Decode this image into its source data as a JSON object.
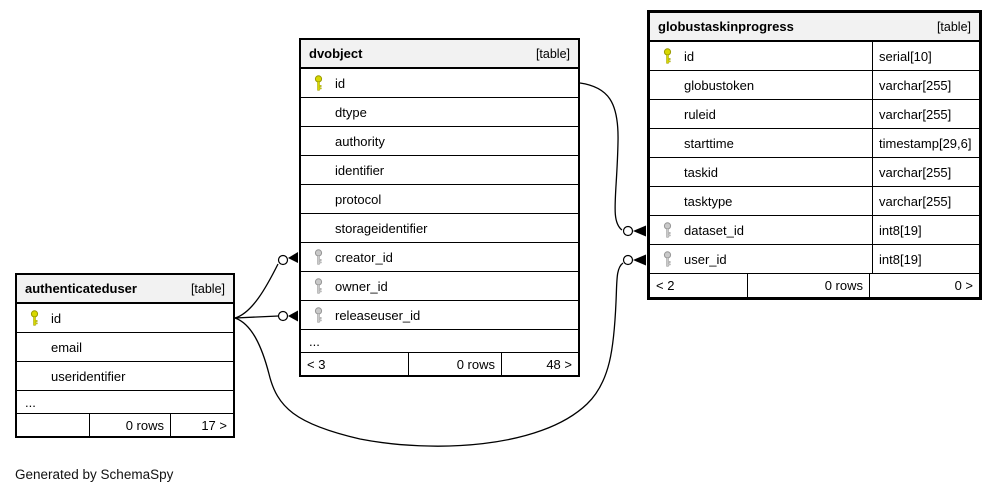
{
  "generator_note": "Generated by SchemaSpy",
  "colors": {
    "table_header_bg": "#f2f2f2",
    "border": "#000000",
    "primary_key_icon": "#d8d800",
    "foreign_key_icon": "#c9c9c9",
    "row_bg": "#ffffff"
  },
  "tables": {
    "authenticateduser": {
      "title": "authenticateduser",
      "type_badge": "[table]",
      "columns": [
        {
          "name": "id",
          "key": "primary"
        },
        {
          "name": "email",
          "key": "none"
        },
        {
          "name": "useridentifier",
          "key": "none"
        }
      ],
      "ellipsis": "...",
      "footer": {
        "children": "",
        "rows": "0 rows",
        "parents": "17 >"
      }
    },
    "dvobject": {
      "title": "dvobject",
      "type_badge": "[table]",
      "columns": [
        {
          "name": "id",
          "key": "primary"
        },
        {
          "name": "dtype",
          "key": "none"
        },
        {
          "name": "authority",
          "key": "none"
        },
        {
          "name": "identifier",
          "key": "none"
        },
        {
          "name": "protocol",
          "key": "none"
        },
        {
          "name": "storageidentifier",
          "key": "none"
        },
        {
          "name": "creator_id",
          "key": "foreign"
        },
        {
          "name": "owner_id",
          "key": "foreign"
        },
        {
          "name": "releaseuser_id",
          "key": "foreign"
        }
      ],
      "ellipsis": "...",
      "footer": {
        "children": "< 3",
        "rows": "0 rows",
        "parents": "48 >"
      }
    },
    "globustaskinprogress": {
      "title": "globustaskinprogress",
      "type_badge": "[table]",
      "columns": [
        {
          "name": "id",
          "type": "serial[10]",
          "key": "primary"
        },
        {
          "name": "globustoken",
          "type": "varchar[255]",
          "key": "none"
        },
        {
          "name": "ruleid",
          "type": "varchar[255]",
          "key": "none"
        },
        {
          "name": "starttime",
          "type": "timestamp[29,6]",
          "key": "none"
        },
        {
          "name": "taskid",
          "type": "varchar[255]",
          "key": "none"
        },
        {
          "name": "tasktype",
          "type": "varchar[255]",
          "key": "none"
        },
        {
          "name": "dataset_id",
          "type": "int8[19]",
          "key": "foreign"
        },
        {
          "name": "user_id",
          "type": "int8[19]",
          "key": "foreign"
        }
      ],
      "footer": {
        "children": "< 2",
        "rows": "0 rows",
        "parents": "0 >"
      }
    }
  },
  "relationships": [
    {
      "from": "dvobject.id",
      "to": "globustaskinprogress.dataset_id"
    },
    {
      "from": "authenticateduser.id",
      "to": "dvobject.creator_id"
    },
    {
      "from": "authenticateduser.id",
      "to": "dvobject.releaseuser_id"
    },
    {
      "from": "authenticateduser.id",
      "to": "globustaskinprogress.user_id"
    }
  ]
}
